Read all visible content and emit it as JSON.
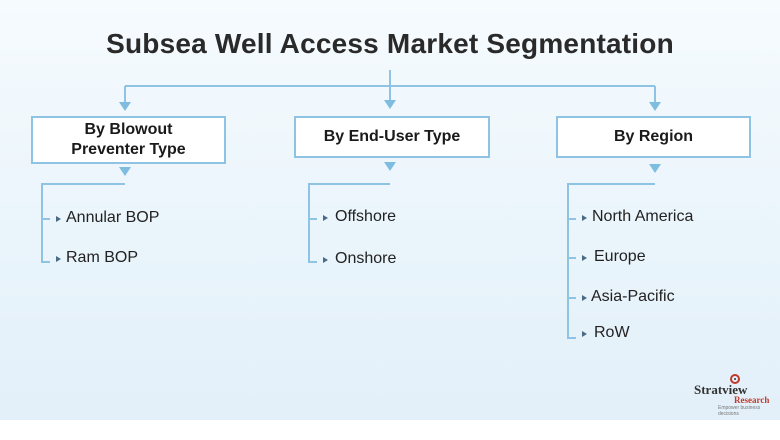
{
  "title": "Subsea Well Access Market Segmentation",
  "categories": [
    {
      "label": "By Blowout Preventer Type",
      "items": [
        "Annular BOP",
        "Ram BOP"
      ]
    },
    {
      "label": "By End-User Type",
      "items": [
        "Offshore",
        "Onshore"
      ]
    },
    {
      "label": "By Region",
      "items": [
        "North America",
        "Europe",
        "Asia-Pacific",
        "RoW"
      ]
    }
  ],
  "logo": {
    "name": "Stratview",
    "sub": "Research",
    "tagline": "Empower business decisions"
  },
  "colors": {
    "connector": "#8fc3e3",
    "arrow": "#7fbde0",
    "bullet": "#4b6a86",
    "box_border": "#8fc3e3"
  }
}
